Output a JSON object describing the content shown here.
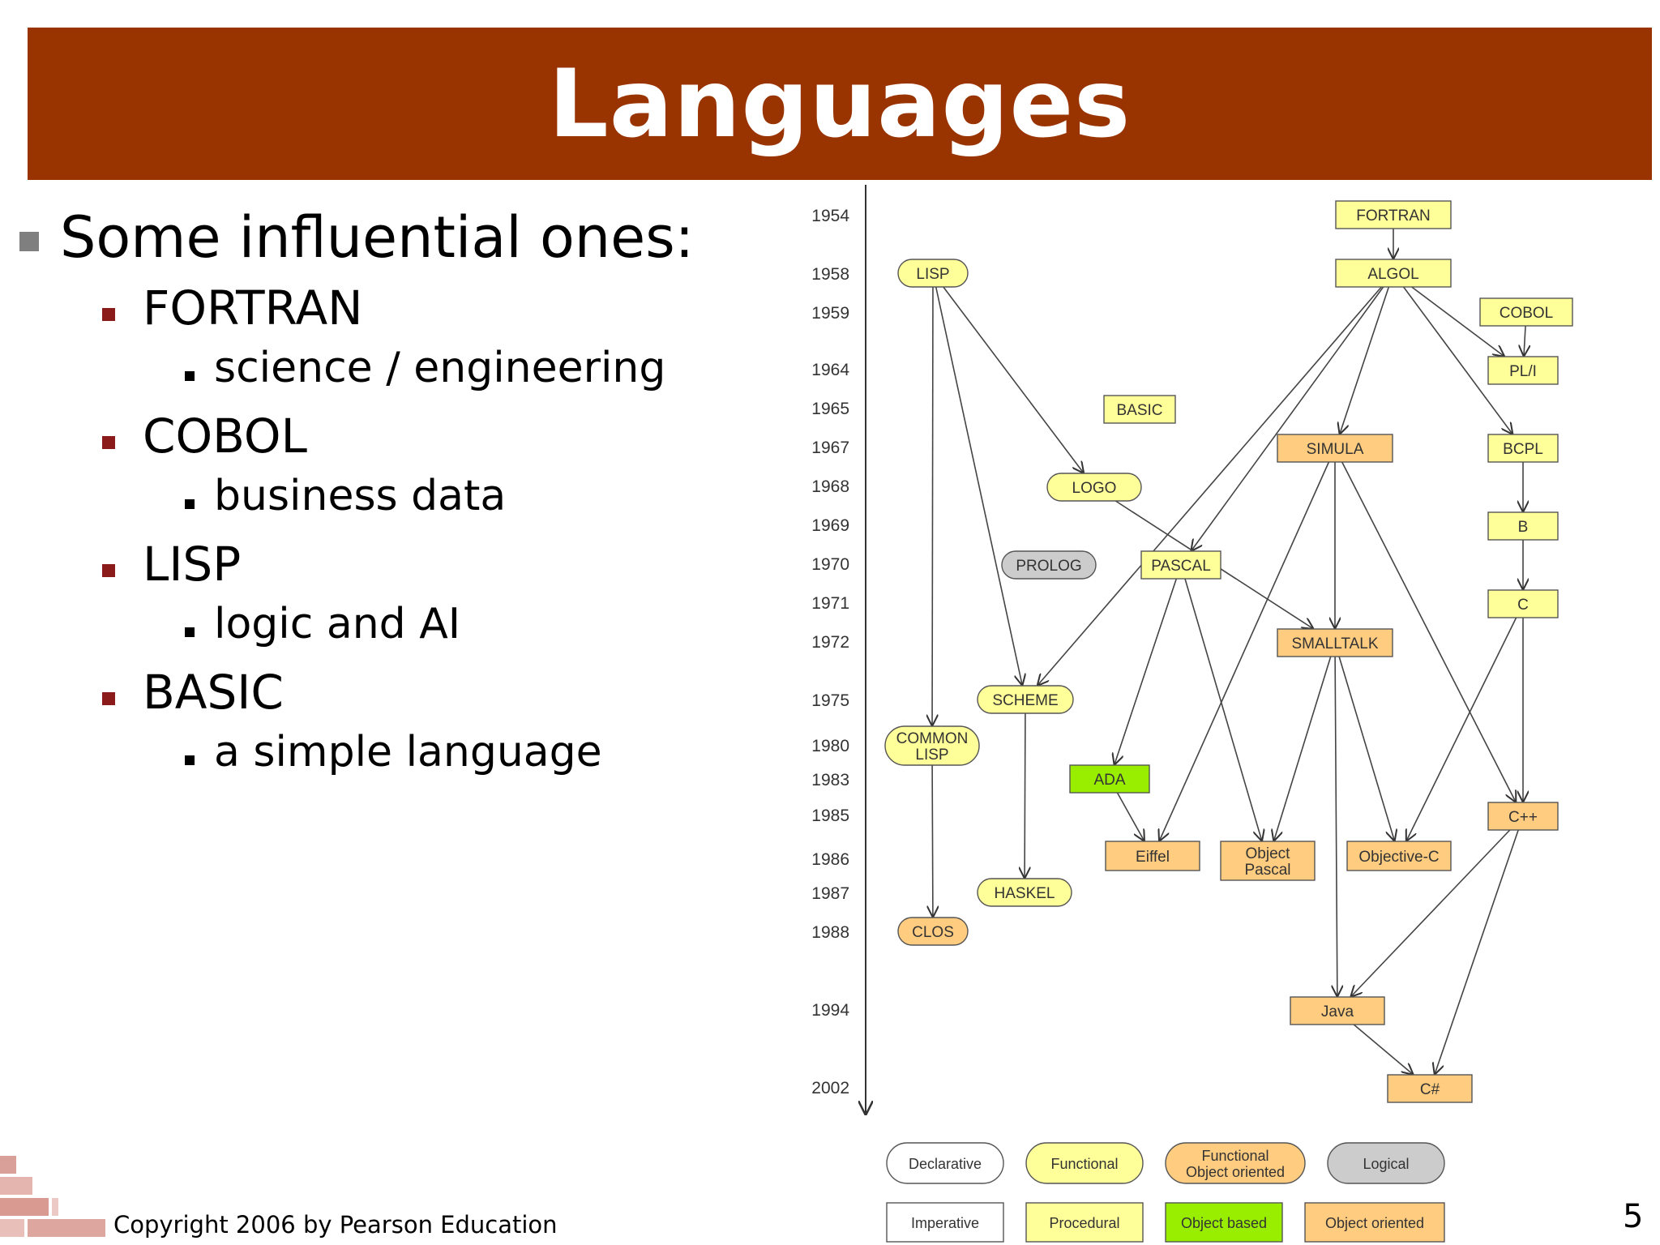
{
  "slide": {
    "title": "Languages",
    "footer": "Copyright 2006 by Pearson Education",
    "page_number": "5"
  },
  "bullets": [
    {
      "text": "Some influential ones:",
      "children": [
        {
          "text": "FORTRAN",
          "children": [
            {
              "text": "science / engineering"
            }
          ]
        },
        {
          "text": "COBOL",
          "children": [
            {
              "text": "business data"
            }
          ]
        },
        {
          "text": "LISP",
          "children": [
            {
              "text": "logic and AI"
            }
          ]
        },
        {
          "text": "BASIC",
          "children": [
            {
              "text": "a simple language"
            }
          ]
        }
      ]
    }
  ],
  "colors": {
    "title_bar": "#993300",
    "functional": "#ffff99",
    "functional_oo": "#ffcc80",
    "logical": "#cccccc",
    "object_based": "#99ee00",
    "object_oriented": "#ffcc80",
    "procedural": "#ffff99",
    "declarative": "#ffffff",
    "imperative": "#ffffff"
  },
  "diagram": {
    "years": [
      "1954",
      "1958",
      "1959",
      "1964",
      "1965",
      "1967",
      "1968",
      "1969",
      "1970",
      "1971",
      "1972",
      "1975",
      "1980",
      "1983",
      "1985",
      "1986",
      "1987",
      "1988",
      "1994",
      "2002"
    ],
    "nodes": [
      {
        "id": "fortran",
        "label": "FORTRAN",
        "kind": "procedural"
      },
      {
        "id": "lisp",
        "label": "LISP",
        "kind": "functional"
      },
      {
        "id": "algol",
        "label": "ALGOL",
        "kind": "procedural"
      },
      {
        "id": "cobol",
        "label": "COBOL",
        "kind": "procedural"
      },
      {
        "id": "pli",
        "label": "PL/I",
        "kind": "procedural"
      },
      {
        "id": "basic",
        "label": "BASIC",
        "kind": "procedural"
      },
      {
        "id": "simula",
        "label": "SIMULA",
        "kind": "object_oriented"
      },
      {
        "id": "bcpl",
        "label": "BCPL",
        "kind": "procedural"
      },
      {
        "id": "logo",
        "label": "LOGO",
        "kind": "functional"
      },
      {
        "id": "b",
        "label": "B",
        "kind": "procedural"
      },
      {
        "id": "prolog",
        "label": "PROLOG",
        "kind": "logical"
      },
      {
        "id": "pascal",
        "label": "PASCAL",
        "kind": "procedural"
      },
      {
        "id": "c",
        "label": "C",
        "kind": "procedural"
      },
      {
        "id": "smalltalk",
        "label": "SMALLTALK",
        "kind": "object_oriented"
      },
      {
        "id": "scheme",
        "label": "SCHEME",
        "kind": "functional"
      },
      {
        "id": "commonlisp",
        "label": "COMMON LISP",
        "kind": "functional"
      },
      {
        "id": "ada",
        "label": "ADA",
        "kind": "object_based"
      },
      {
        "id": "cpp",
        "label": "C++",
        "kind": "object_oriented"
      },
      {
        "id": "eiffel",
        "label": "Eiffel",
        "kind": "object_oriented"
      },
      {
        "id": "objpascal",
        "label": "Object Pascal",
        "kind": "object_oriented"
      },
      {
        "id": "objc",
        "label": "Objective-C",
        "kind": "object_oriented"
      },
      {
        "id": "haskel",
        "label": "HASKEL",
        "kind": "functional"
      },
      {
        "id": "clos",
        "label": "CLOS",
        "kind": "functional_oo"
      },
      {
        "id": "java",
        "label": "Java",
        "kind": "object_oriented"
      },
      {
        "id": "csharp",
        "label": "C#",
        "kind": "object_oriented"
      }
    ],
    "edges": [
      [
        "fortran",
        "algol"
      ],
      [
        "lisp",
        "logo"
      ],
      [
        "lisp",
        "scheme"
      ],
      [
        "lisp",
        "commonlisp"
      ],
      [
        "algol",
        "pli"
      ],
      [
        "cobol",
        "pli"
      ],
      [
        "algol",
        "bcpl"
      ],
      [
        "algol",
        "simula"
      ],
      [
        "algol",
        "pascal"
      ],
      [
        "algol",
        "scheme"
      ],
      [
        "bcpl",
        "b"
      ],
      [
        "b",
        "c"
      ],
      [
        "logo",
        "smalltalk"
      ],
      [
        "simula",
        "smalltalk"
      ],
      [
        "simula",
        "cpp"
      ],
      [
        "simula",
        "eiffel"
      ],
      [
        "pascal",
        "ada"
      ],
      [
        "pascal",
        "objpascal"
      ],
      [
        "ada",
        "eiffel"
      ],
      [
        "smalltalk",
        "objpascal"
      ],
      [
        "smalltalk",
        "objc"
      ],
      [
        "smalltalk",
        "java"
      ],
      [
        "c",
        "objc"
      ],
      [
        "c",
        "cpp"
      ],
      [
        "commonlisp",
        "clos"
      ],
      [
        "scheme",
        "haskel"
      ],
      [
        "cpp",
        "java"
      ],
      [
        "cpp",
        "csharp"
      ],
      [
        "java",
        "csharp"
      ]
    ],
    "legend": [
      {
        "label": "Declarative",
        "kind": "declarative",
        "shape": "rounded"
      },
      {
        "label": "Functional",
        "kind": "functional",
        "shape": "rounded"
      },
      {
        "label": "Functional Object oriented",
        "kind": "functional_oo",
        "shape": "rounded"
      },
      {
        "label": "Logical",
        "kind": "logical",
        "shape": "rounded"
      },
      {
        "label": "Imperative",
        "kind": "imperative",
        "shape": "rect"
      },
      {
        "label": "Procedural",
        "kind": "procedural",
        "shape": "rect"
      },
      {
        "label": "Object based",
        "kind": "object_based",
        "shape": "rect"
      },
      {
        "label": "Object oriented",
        "kind": "object_oriented",
        "shape": "rect"
      }
    ]
  }
}
